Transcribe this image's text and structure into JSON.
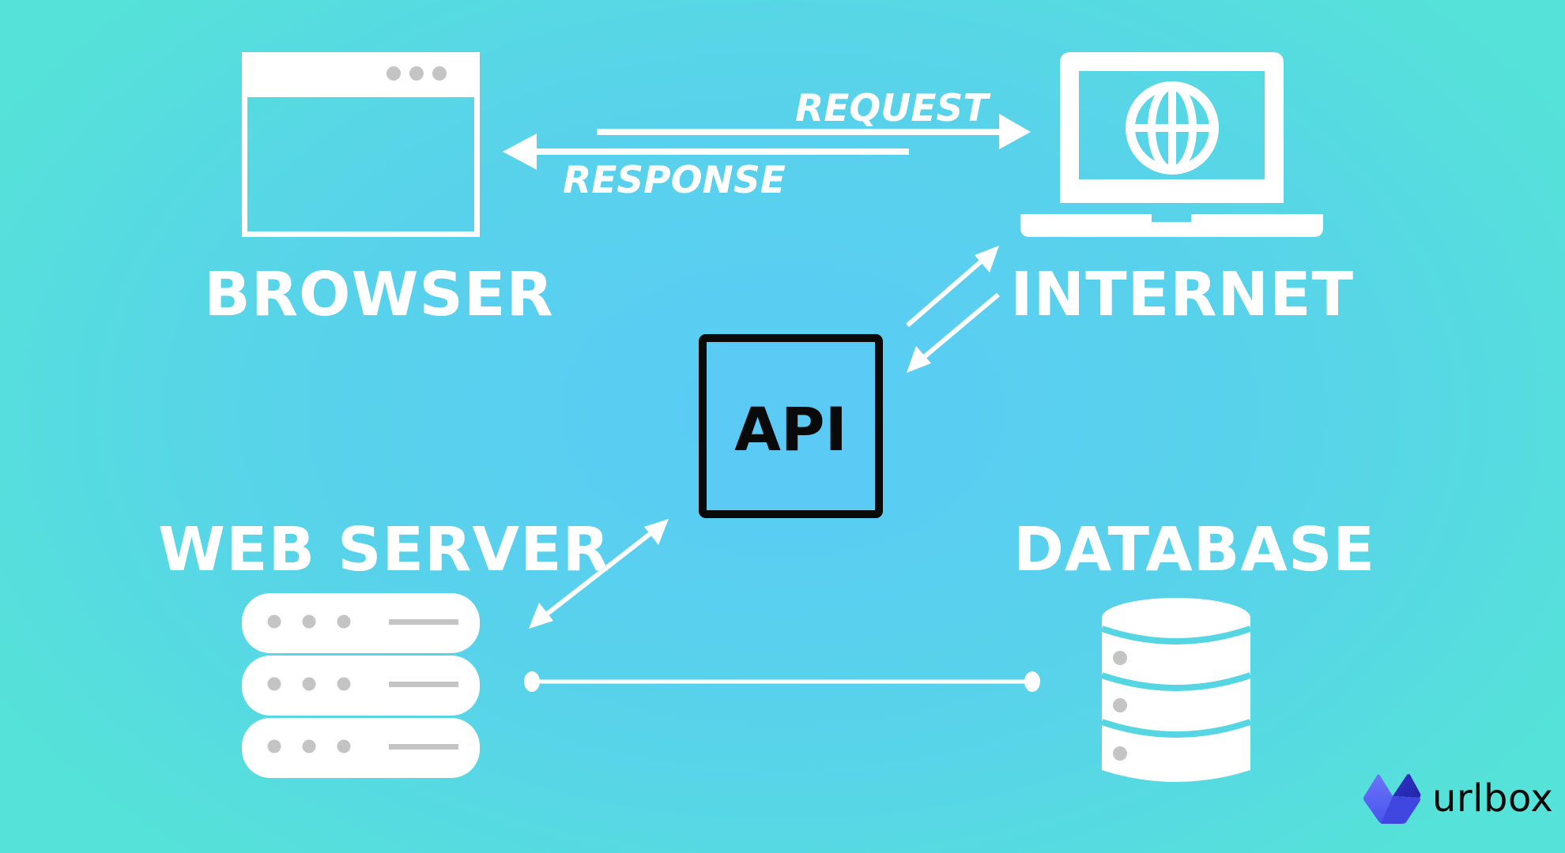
{
  "diagram": {
    "title": "How an API works",
    "nodes": {
      "browser": {
        "label": "BROWSER",
        "icon": "browser-window-icon"
      },
      "internet": {
        "label": "INTERNET",
        "icon": "laptop-globe-icon"
      },
      "api": {
        "label": "API"
      },
      "web_server": {
        "label": "WEB SERVER",
        "icon": "server-rack-icon"
      },
      "database": {
        "label": "DATABASE",
        "icon": "database-cylinder-icon"
      }
    },
    "flows": {
      "request": {
        "label": "REQUEST",
        "from": "browser",
        "to": "internet"
      },
      "response": {
        "label": "RESPONSE",
        "from": "internet",
        "to": "browser"
      }
    },
    "edges": [
      {
        "from": "api",
        "to": "internet",
        "type": "arrow"
      },
      {
        "from": "internet",
        "to": "api",
        "type": "arrow"
      },
      {
        "from": "web_server",
        "to": "api",
        "type": "bidirectional-arrow"
      },
      {
        "from": "web_server",
        "to": "database",
        "type": "connector"
      }
    ]
  },
  "colors": {
    "background_center": "#5bcbf6",
    "background_edge": "#55e2d8",
    "foreground": "#ffffff",
    "indicator_gray": "#c4c4c4",
    "api_border": "#0a0a0a",
    "brand_primary": "#5b5cf0",
    "brand_dark": "#2f2fc4"
  },
  "brand": {
    "name": "urlbox",
    "icon": "urlbox-logo-icon"
  }
}
